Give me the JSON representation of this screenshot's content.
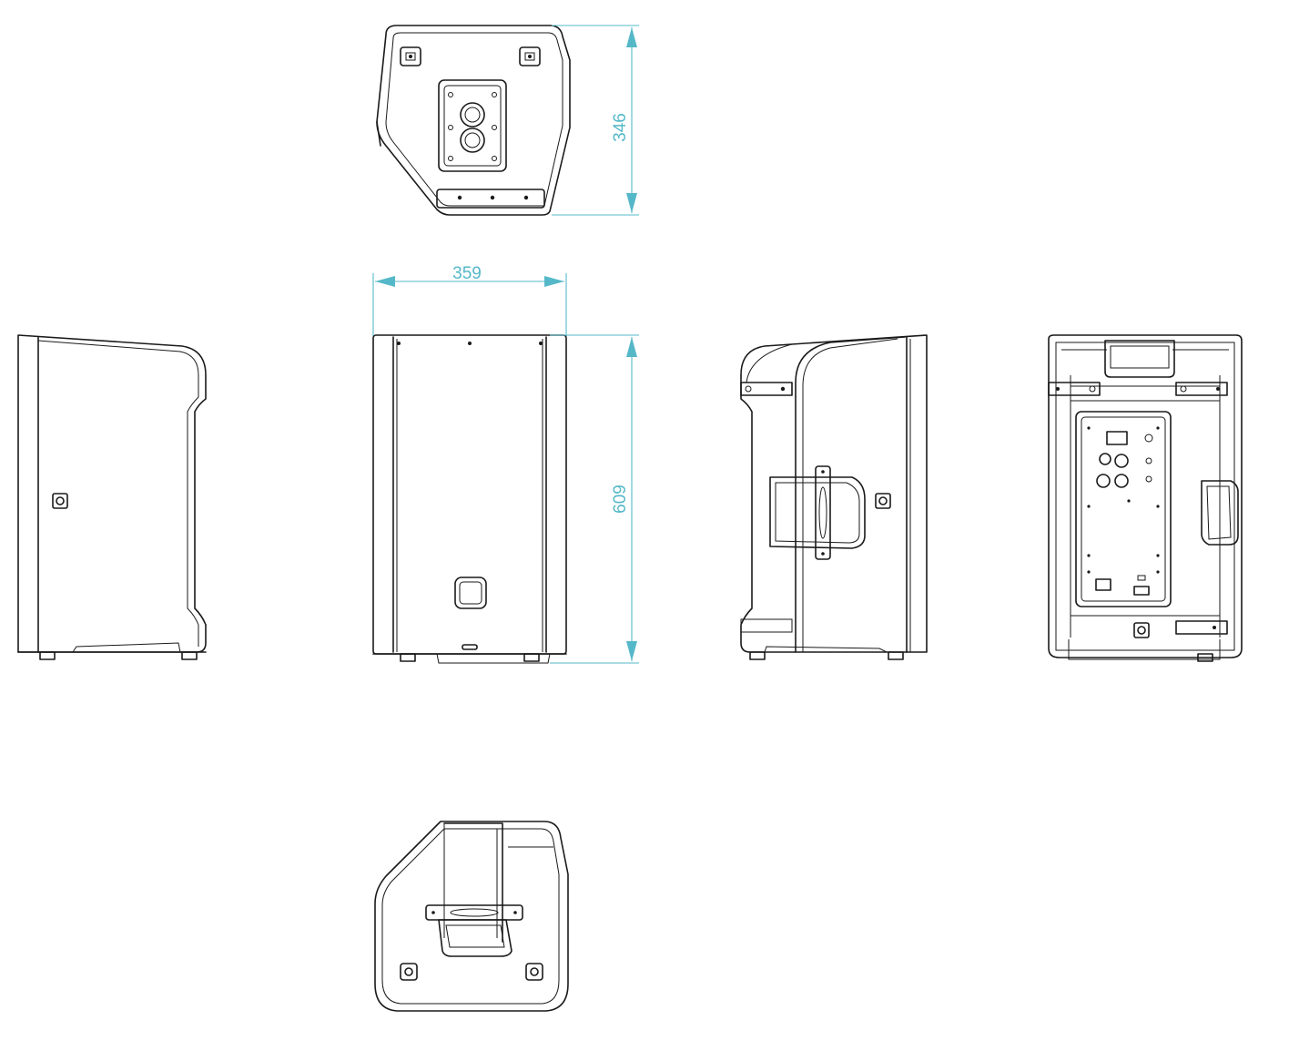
{
  "dimensions": {
    "depth_label": "346",
    "width_label": "359",
    "height_label": "609"
  },
  "colors": {
    "line": "#1a1a1a",
    "dimension": "#55b8c8",
    "background": "#ffffff"
  }
}
